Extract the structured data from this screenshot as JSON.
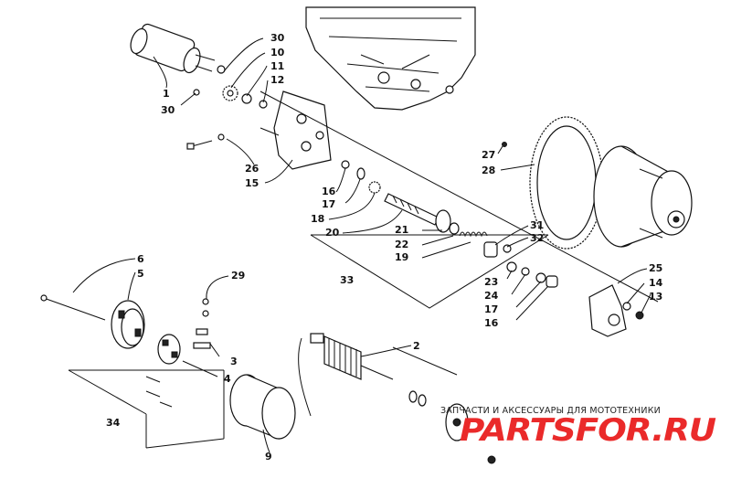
{
  "callouts": {
    "c1": "1",
    "c2": "2",
    "c3": "3",
    "c4": "4",
    "c5": "5",
    "c6": "6",
    "c9": "9",
    "c10": "10",
    "c11": "11",
    "c12": "12",
    "c13": "13",
    "c14": "14",
    "c15": "15",
    "c16a": "16",
    "c16b": "16",
    "c17a": "17",
    "c17b": "17",
    "c18": "18",
    "c19": "19",
    "c20": "20",
    "c21": "21",
    "c22": "22",
    "c23": "23",
    "c24": "24",
    "c25": "25",
    "c26": "26",
    "c27": "27",
    "c28": "28",
    "c29": "29",
    "c30a": "30",
    "c30b": "30",
    "c31": "31",
    "c32": "32",
    "c33": "33",
    "c34": "34"
  },
  "watermark": {
    "tagline": "ЗАПЧАСТИ И АКСЕССУАРЫ ДЛЯ МОТОТЕХНИКИ",
    "logo": "PARTSFOR.RU"
  }
}
